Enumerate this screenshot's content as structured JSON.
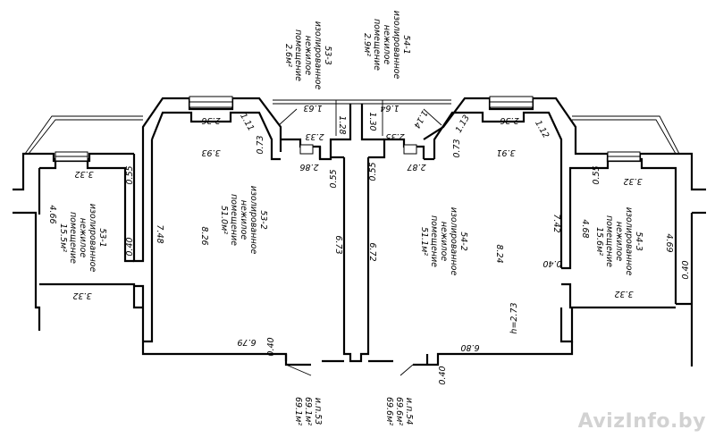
{
  "room_labels": {
    "r53_3": [
      "53-3",
      "изолированное",
      "нежилое",
      "помещение",
      "2.6м²"
    ],
    "r54_1": [
      "54-1",
      "изолированное",
      "нежилое",
      "помещение",
      "2.9м²"
    ],
    "r53_1": [
      "53-1",
      "изолированное",
      "нежилое",
      "помещение",
      "15.5м²"
    ],
    "r53_2": [
      "53-2",
      "изолированное",
      "нежилое",
      "помещение",
      "51.0м²"
    ],
    "r54_2": [
      "54-2",
      "изолированное",
      "нежилое",
      "помещение",
      "51.1м²"
    ],
    "r54_3": [
      "54-3",
      "изолированное",
      "нежилое",
      "помещение",
      "15.6м²"
    ],
    "ip53": [
      "и.п.53",
      "69.1м²",
      "69.1м²"
    ],
    "ip54": [
      "и.п.54",
      "69.6м²",
      "69.6м²"
    ]
  },
  "dims": {
    "d_163": "1.63",
    "d_164": "1.64",
    "d_128": "1.28",
    "d_130": "1.30",
    "d_236a": "2.36",
    "d_236b": "2.36",
    "d_111": "1.11",
    "d_114": "1.14",
    "d_113": "1.13",
    "d_112": "1.12",
    "d_073a": "0.73",
    "d_073b": "0.73",
    "d_233": "2.33",
    "d_235": "2.35",
    "d_286": "2.86",
    "d_287": "2.87",
    "d_055a": "0.55",
    "d_055b": "0.55",
    "d_055c": "0.55",
    "d_055d": "0.55",
    "d_393": "3.93",
    "d_391": "3.91",
    "d_332a": "3.32",
    "d_332b": "3.32",
    "d_332c": "3.32",
    "d_332d": "3.32",
    "d_466": "4.66",
    "d_468": "4.68",
    "d_469": "4.69",
    "d_748": "7.48",
    "d_742": "7.42",
    "d_826": "8.26",
    "d_824": "8.24",
    "d_673": "6.73",
    "d_672": "6.72",
    "d_040a": "0.40",
    "d_040b": "0.40",
    "d_040c": "0.40",
    "d_040d": "0.40",
    "d_040e": "0.40",
    "d_679": "6.79",
    "d_680": "6.80",
    "d_h": "h=2.73"
  },
  "watermark": "AvizInfo.by"
}
